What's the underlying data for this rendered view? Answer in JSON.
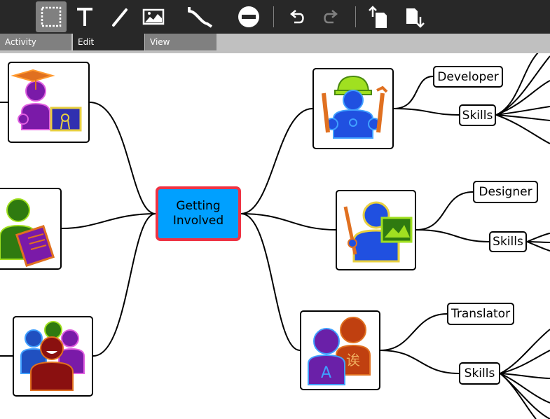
{
  "toolbar": {
    "tools": [
      "select-tool",
      "text-tool",
      "pencil-tool",
      "image-tool",
      "link-tool",
      "delete-tool",
      "undo",
      "redo",
      "import",
      "export"
    ]
  },
  "tabs": [
    {
      "label": "Activity"
    },
    {
      "label": "Edit"
    },
    {
      "label": "View"
    }
  ],
  "map": {
    "center": "Getting\nInvolved",
    "roles": [
      {
        "label": "Developer",
        "skills_label": "Skills"
      },
      {
        "label": "Designer",
        "skills_label": "Skills"
      },
      {
        "label": "Translator",
        "skills_label": "Skills"
      }
    ]
  },
  "colors": {
    "toolbar_bg": "#282828",
    "center_fill": "#00a0ff",
    "center_border": "#ee3344"
  }
}
